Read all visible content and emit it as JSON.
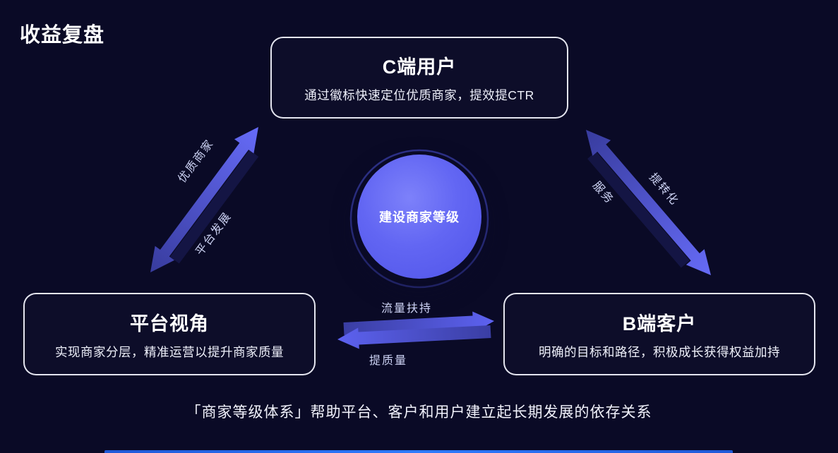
{
  "page": {
    "title": "收益复盘",
    "footer": "「商家等级体系」帮助平台、客户和用户建立起长期发展的依存关系"
  },
  "center": {
    "label": "建设商家等级"
  },
  "nodes": {
    "top": {
      "title": "C端用户",
      "desc": "通过徽标快速定位优质商家，提效提CTR"
    },
    "left": {
      "title": "平台视角",
      "desc": "实现商家分层，精准运营以提升商家质量"
    },
    "right": {
      "title": "B端客户",
      "desc": "明确的目标和路径，积极成长获得权益加持"
    }
  },
  "arrows": {
    "left_top_label": "优质商家",
    "left_bottom_label": "平台发展",
    "right_left_label": "服务",
    "right_right_label": "提转化",
    "horizontal_top_label": "流量扶持",
    "horizontal_bottom_label": "提质量"
  },
  "colors": {
    "background": "#0a0a26",
    "arrow_light": "#666bf7",
    "arrow_dark": "#3c409f",
    "circle": "#6266f3",
    "box_border": "#f0f1fa",
    "bottom_bar": "#2e7bff"
  }
}
